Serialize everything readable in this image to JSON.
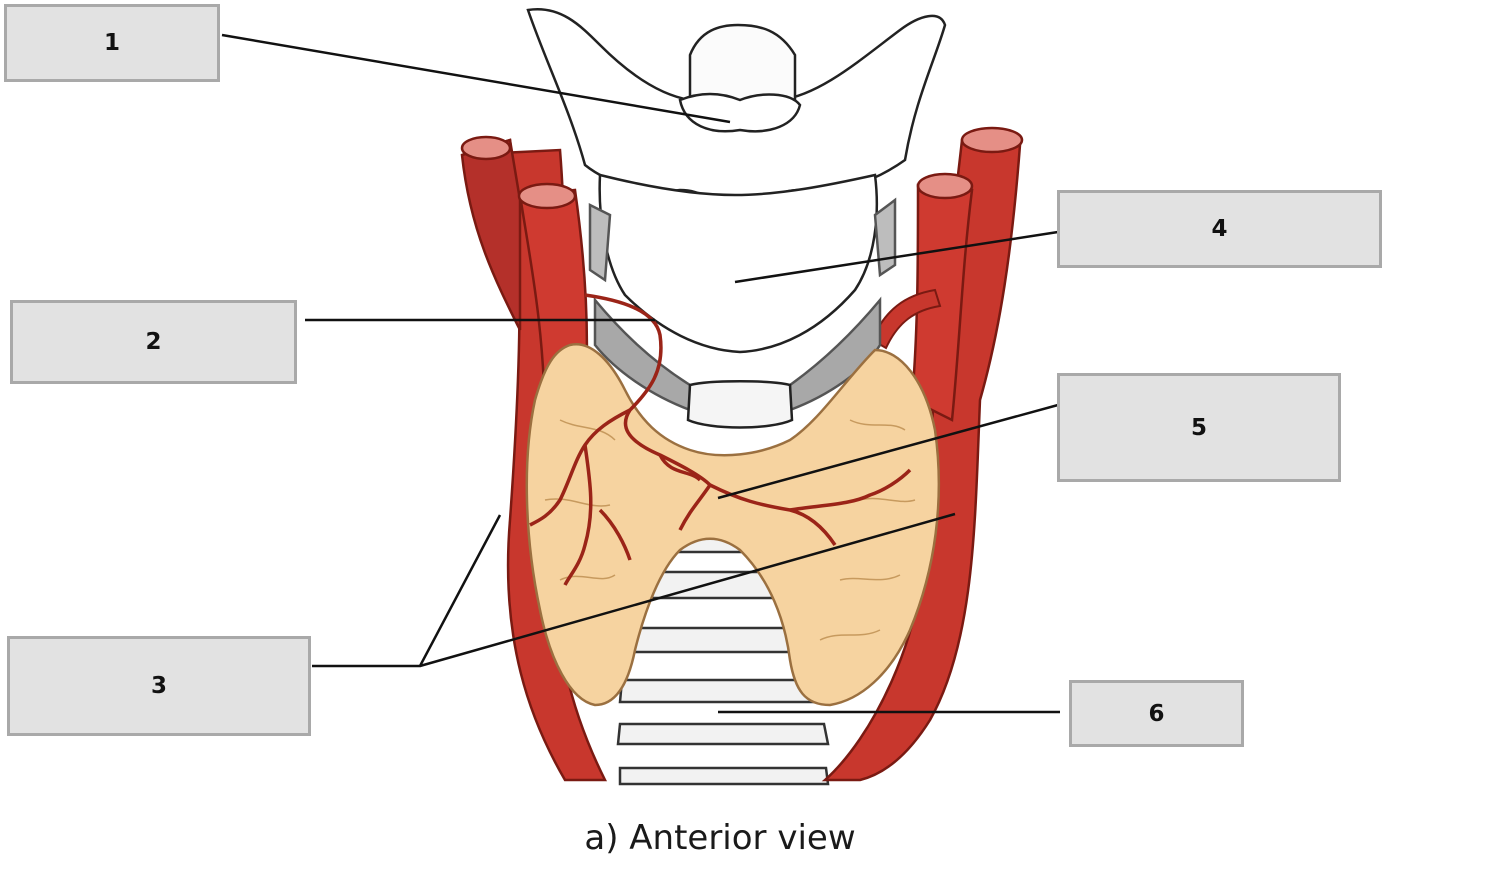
{
  "labels": [
    {
      "id": "1",
      "text": "1"
    },
    {
      "id": "2",
      "text": "2"
    },
    {
      "id": "3",
      "text": "3"
    },
    {
      "id": "4",
      "text": "4"
    },
    {
      "id": "5",
      "text": "5"
    },
    {
      "id": "6",
      "text": "6"
    }
  ],
  "caption": "a) Anterior view",
  "colors": {
    "artery": "#c8372d",
    "artery_dark": "#8e1f17",
    "thyroid": "#f6d3a0",
    "thyroid_edge": "#c79a5e",
    "cartilage": "#ffffff",
    "muscle": "#a8a8a8",
    "label_fill": "#e2e2e2",
    "label_border": "#a9a9a9",
    "leader": "#111111"
  }
}
